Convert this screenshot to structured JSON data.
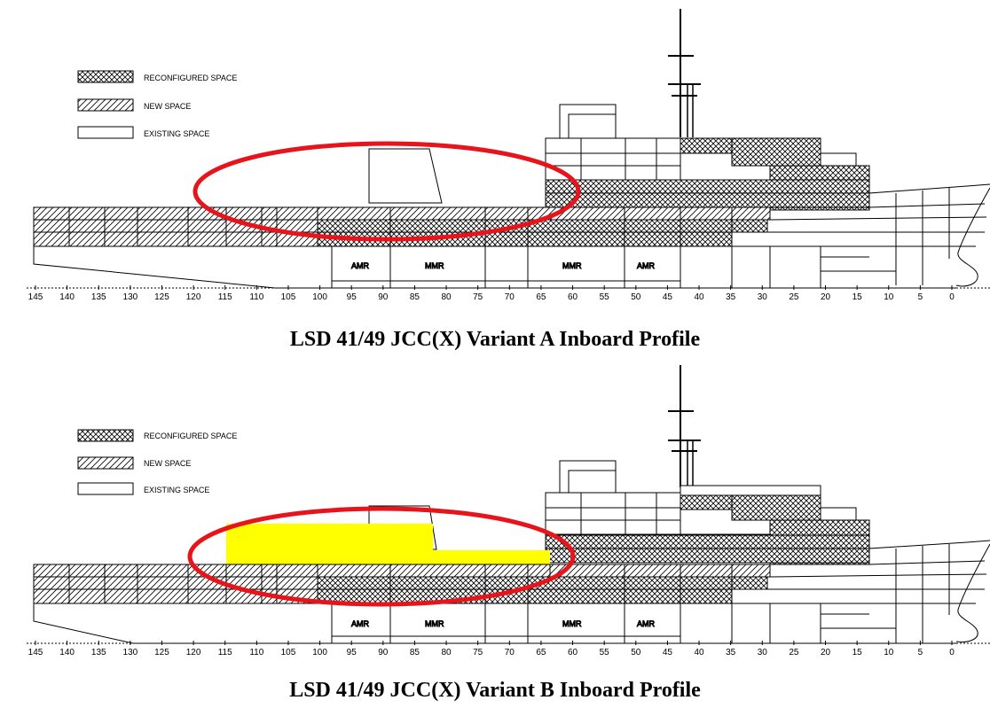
{
  "legend": {
    "reconfigured": "RECONFIGURED SPACE",
    "new": "NEW SPACE",
    "existing": "EXISTING SPACE"
  },
  "rooms": {
    "amr_aft": "AMR",
    "mmr_aft": "MMR",
    "mmr_fwd": "MMR",
    "amr_fwd": "AMR"
  },
  "frame_labels": [
    "145",
    "140",
    "135",
    "130",
    "125",
    "120",
    "115",
    "110",
    "105",
    "100",
    "95",
    "90",
    "85",
    "80",
    "75",
    "70",
    "65",
    "60",
    "55",
    "50",
    "45",
    "40",
    "35",
    "30",
    "25",
    "20",
    "15",
    "10",
    "5",
    "0"
  ],
  "variant_a": {
    "caption": "LSD 41/49 JCC(X) Variant A Inboard Profile"
  },
  "variant_b": {
    "caption": "LSD 41/49 JCC(X) Variant B Inboard Profile"
  },
  "colors": {
    "highlight_ellipse": "#e8141b",
    "new_structure_fill": "#ffff00",
    "line": "#000000"
  }
}
